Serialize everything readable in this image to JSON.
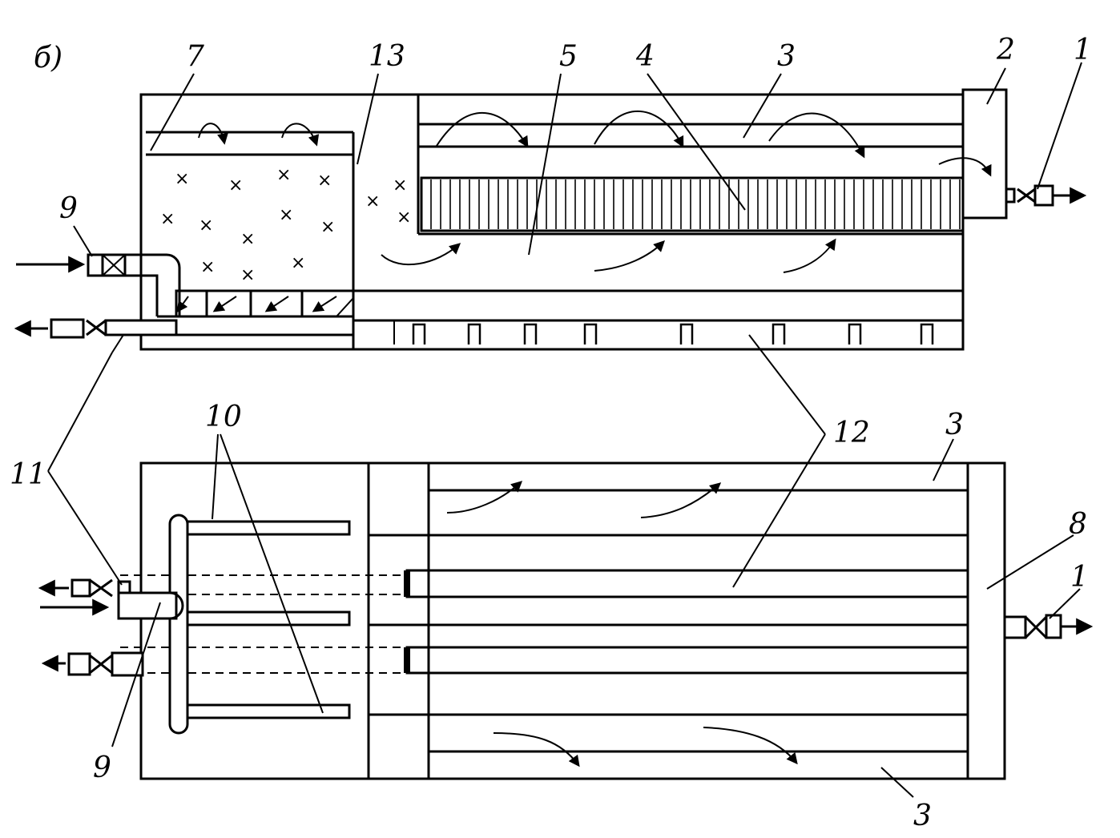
{
  "diagram": {
    "figure_label": "б)",
    "top_view_labels": {
      "l7": "7",
      "l13": "13",
      "l5": "5",
      "l4": "4",
      "l3": "3",
      "l2": "2",
      "l1": "1",
      "l9": "9"
    },
    "bottom_view_labels": {
      "l10": "10",
      "l11": "11",
      "l12": "12",
      "l3a": "3",
      "l3b": "3",
      "l8": "8",
      "l1": "1",
      "l9": "9"
    },
    "particle_symbol": "×"
  }
}
